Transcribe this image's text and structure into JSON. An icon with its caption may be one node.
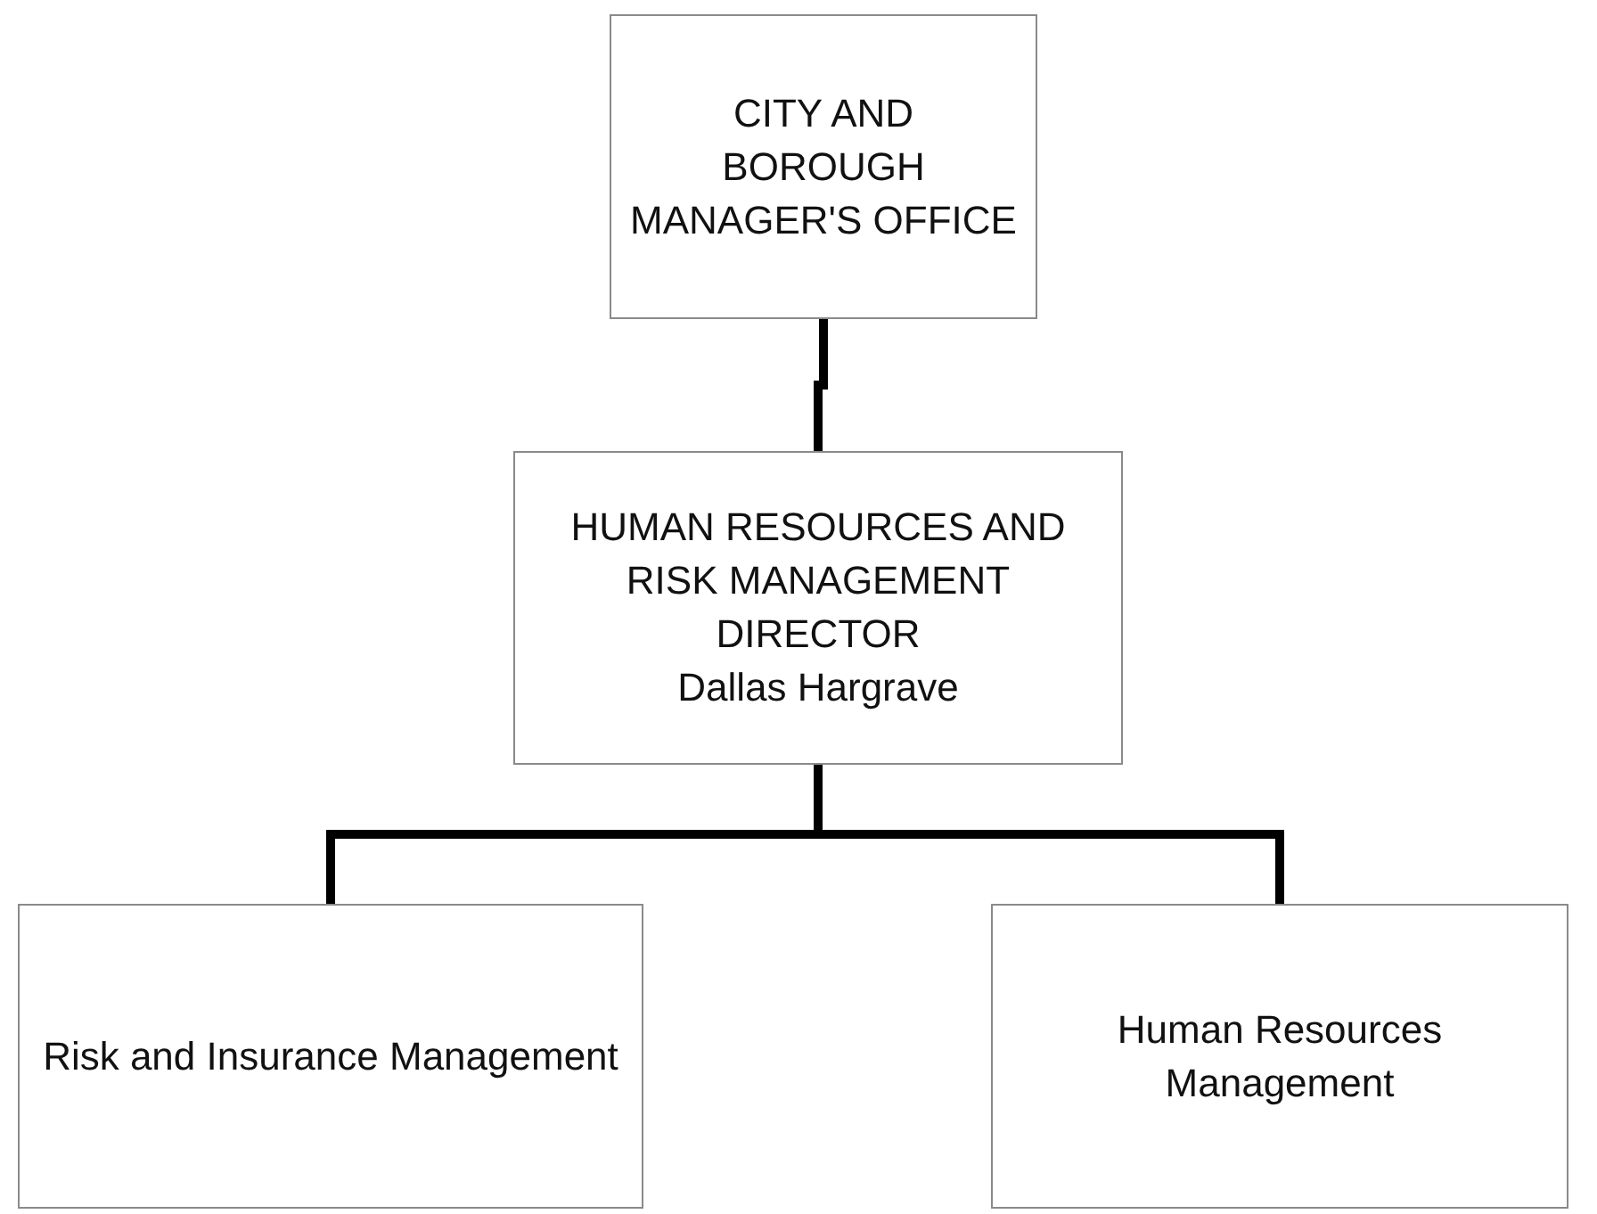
{
  "diagram": {
    "nodes": [
      {
        "text": [
          "CITY AND BOROUGH MANAGER'S OFFICE"
        ]
      },
      {
        "text": [
          "HUMAN RESOURCES AND RISK MANAGEMENT DIRECTOR",
          "Dallas Hargrave"
        ]
      },
      {
        "text": [
          "Risk and Insurance Management"
        ]
      },
      {
        "text": [
          "Human Resources Management"
        ]
      }
    ],
    "edges": [
      {
        "from": 0,
        "to": 1,
        "arrow": "none"
      },
      {
        "from": 1,
        "to": 2,
        "arrow": "none"
      },
      {
        "from": 1,
        "to": 3,
        "arrow": "none"
      }
    ]
  }
}
